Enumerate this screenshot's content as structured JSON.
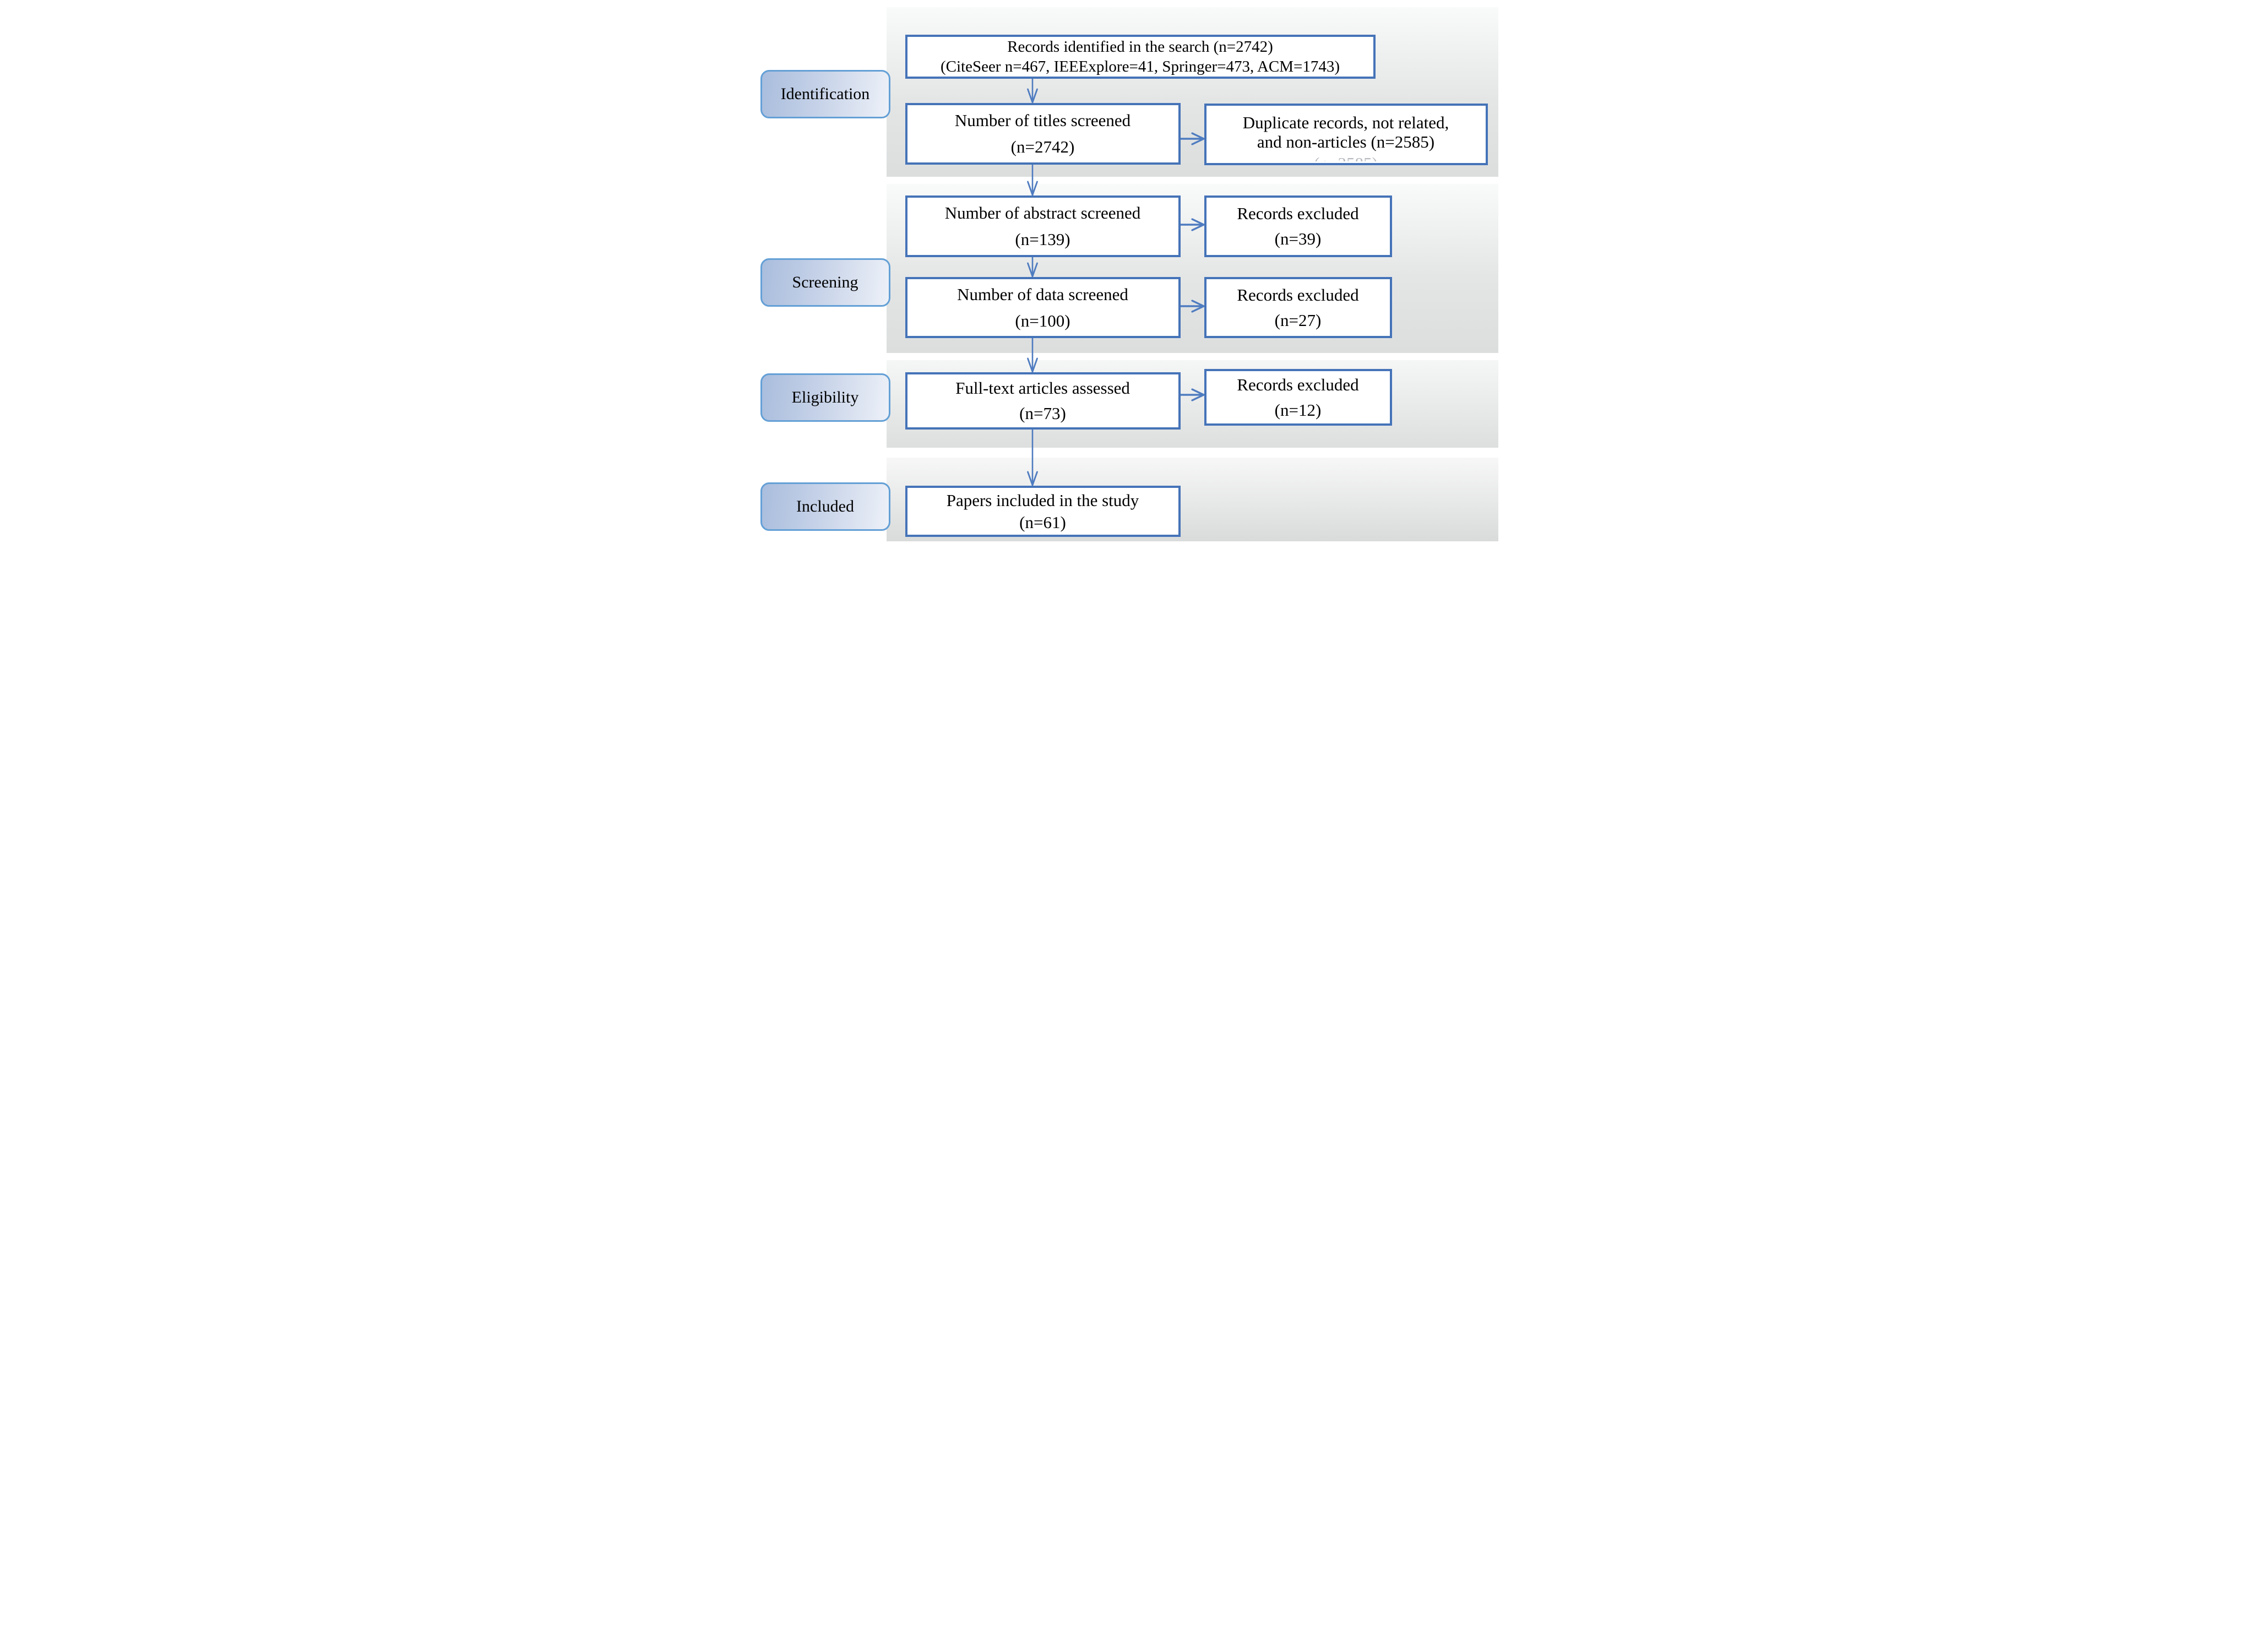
{
  "diagram": {
    "title_hint": "Literature search PRISMA flow diagram",
    "stages": [
      {
        "id": "identification",
        "label": "Identification"
      },
      {
        "id": "screening",
        "label": "Screening"
      },
      {
        "id": "eligibility",
        "label": "Eligibility"
      },
      {
        "id": "included",
        "label": "Included"
      }
    ],
    "boxes": {
      "records_identified": {
        "line1": "Records identified in the search (n=2742)",
        "line2": "(CiteSeer n=467, IEEExplore=41, Springer=473, ACM=1743)"
      },
      "titles_screened": {
        "line1": "Number of titles screened",
        "line2": "(n=2742)"
      },
      "duplicates_excluded": {
        "line1": "Duplicate records, not related,",
        "line2": "and non-articles (n=2585)",
        "clipped_artifact": "(n=2585)"
      },
      "abstracts_screened": {
        "line1": "Number of abstract screened",
        "line2": "(n=139)"
      },
      "abstracts_excluded": {
        "line1": "Records excluded",
        "line2": "(n=39)"
      },
      "data_screened": {
        "line1": "Number of data screened",
        "line2": "(n=100)"
      },
      "data_excluded": {
        "line1": "Records excluded",
        "line2": "(n=27)"
      },
      "fulltext_assessed": {
        "line1": "Full-text articles assessed",
        "line2": "(n=73)"
      },
      "fulltext_excluded": {
        "line1": "Records excluded",
        "line2": "(n=12)"
      },
      "papers_included": {
        "line1": "Papers included in the study",
        "line2": "(n=61)"
      }
    },
    "colors": {
      "box_border": "#4573b8",
      "label_border": "#64a0d6",
      "label_fill_dark": "#a9bddd",
      "label_fill_light": "#edf1f8",
      "arrow": "#4f7cc0",
      "band_light": "#f9fafa",
      "band_dark": "#dcdede"
    }
  }
}
